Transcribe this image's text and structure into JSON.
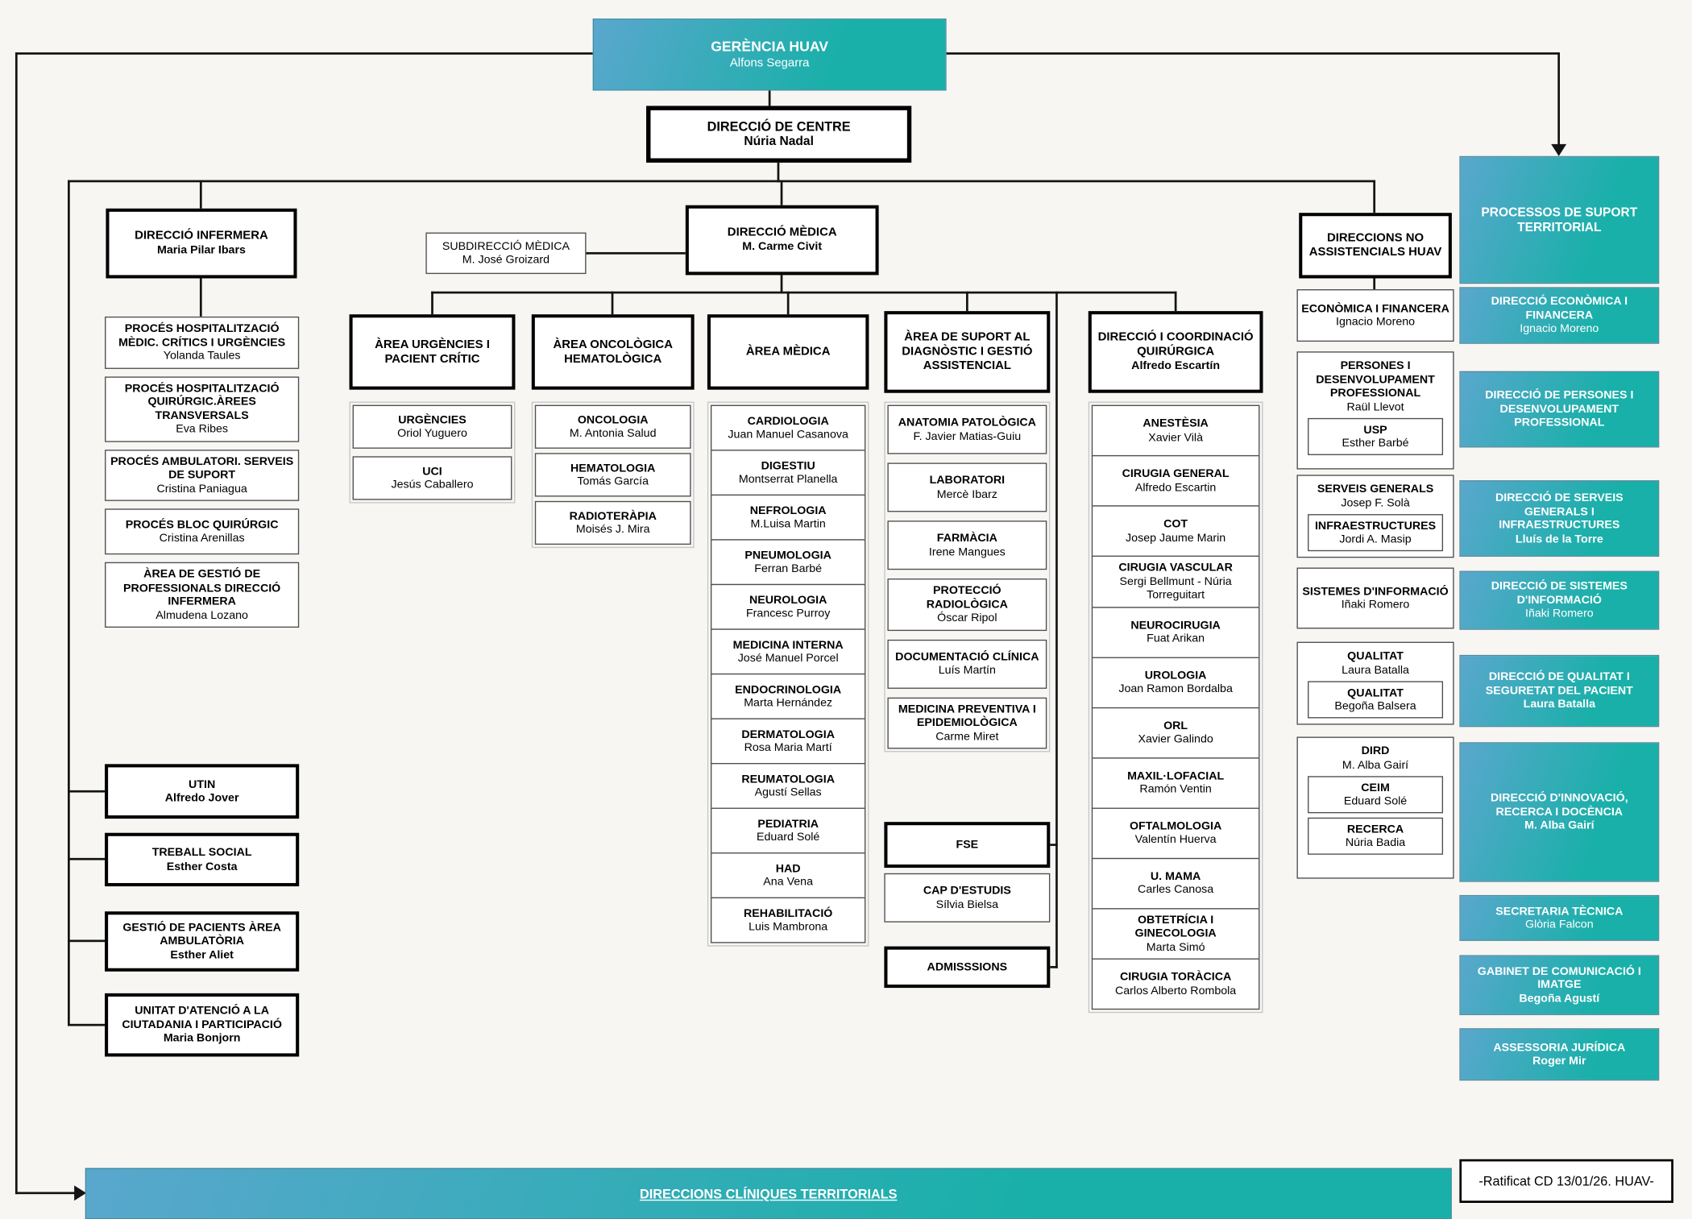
{
  "colors": {
    "teal_from": "#5AA7CD",
    "teal_to": "#18B0A8",
    "line": "#141414",
    "page_bg": "#F7F6F3"
  },
  "root": {
    "title": "GERÈNCIA HUAV",
    "name": "Alfons Segarra"
  },
  "centre": {
    "title": "DIRECCIÓ DE CENTRE",
    "name": "Núria Nadal"
  },
  "infermera": {
    "title": "DIRECCIÓ INFERMERA",
    "name": "Maria Pilar Ibars",
    "processes": [
      {
        "title": "PROCÉS HOSPITALITZACIÓ MÈDIC. CRÍTICS I URGÈNCIES",
        "name": "Yolanda Taules"
      },
      {
        "title": "PROCÉS HOSPITALITZACIÓ QUIRÚRGIC.ÀREES TRANSVERSALS",
        "name": "Eva Ribes"
      },
      {
        "title": "PROCÉS AMBULATORI. SERVEIS DE SUPORT",
        "name": "Cristina Paniagua"
      },
      {
        "title": "PROCÉS BLOC QUIRÚRGIC",
        "name": "Cristina Arenillas"
      },
      {
        "title": "ÀREA DE GESTIÓ DE PROFESSIONALS DIRECCIÓ INFERMERA",
        "name": "Almudena Lozano"
      }
    ],
    "units": [
      {
        "title": "UTIN",
        "name": "Alfredo Jover"
      },
      {
        "title": "TREBALL SOCIAL",
        "name": "Esther Costa"
      },
      {
        "title": "GESTIÓ DE PACIENTS ÀREA AMBULATÒRIA",
        "name": "Esther Aliet"
      },
      {
        "title": "UNITAT D'ATENCIÓ A LA CIUTADANIA I PARTICIPACIÓ",
        "name": "Maria Bonjorn"
      }
    ]
  },
  "subdireccio": {
    "title": "SUBDIRECCIÓ MÈDICA",
    "name": "M. José Groizard"
  },
  "medica": {
    "title": "DIRECCIÓ MÈDICA",
    "name": "M. Carme Civit"
  },
  "columns": {
    "urgencies": {
      "header": "ÀREA URGÈNCIES I PACIENT CRÍTIC",
      "items": [
        {
          "title": "URGÈNCIES",
          "name": "Oriol Yuguero"
        },
        {
          "title": "UCI",
          "name": "Jesús Caballero"
        }
      ]
    },
    "oncologica": {
      "header": "ÀREA ONCOLÒGICA HEMATOLÒGICA",
      "items": [
        {
          "title": "ONCOLOGIA",
          "name": "M. Antonia Salud"
        },
        {
          "title": "HEMATOLOGIA",
          "name": "Tomás García"
        },
        {
          "title": "RADIOTERÀPIA",
          "name": "Moisés J. Mira"
        }
      ]
    },
    "area_medica": {
      "header": "ÀREA MÈDICA",
      "items": [
        {
          "title": "CARDIOLOGIA",
          "name": "Juan Manuel Casanova"
        },
        {
          "title": "DIGESTIU",
          "name": "Montserrat Planella"
        },
        {
          "title": "NEFROLOGIA",
          "name": "M.Luisa Martin"
        },
        {
          "title": "PNEUMOLOGIA",
          "name": "Ferran Barbé"
        },
        {
          "title": "NEUROLOGIA",
          "name": "Francesc Purroy"
        },
        {
          "title": "MEDICINA INTERNA",
          "name": "José Manuel Porcel"
        },
        {
          "title": "ENDOCRINOLOGIA",
          "name": "Marta Hernández"
        },
        {
          "title": "DERMATOLOGIA",
          "name": "Rosa Maria Martí"
        },
        {
          "title": "REUMATOLOGIA",
          "name": "Agustí Sellas"
        },
        {
          "title": "PEDIATRIA",
          "name": "Eduard Solé"
        },
        {
          "title": "HAD",
          "name": "Ana Vena"
        },
        {
          "title": "REHABILITACIÓ",
          "name": "Luis Mambrona"
        }
      ]
    },
    "suport": {
      "header": "ÀREA DE SUPORT AL DIAGNÒSTIC I GESTIÓ ASSISTENCIAL",
      "items": [
        {
          "title": "ANATOMIA PATOLÒGICA",
          "name": "F. Javier Matias-Guiu"
        },
        {
          "title": "LABORATORI",
          "name": "Mercè Ibarz"
        },
        {
          "title": "FARMÀCIA",
          "name": "Irene Mangues"
        },
        {
          "title": "PROTECCIÓ RADIOLÒGICA",
          "name": "Óscar Ripol"
        },
        {
          "title": "DOCUMENTACIÓ CLÍNICA",
          "name": "Luís Martín"
        },
        {
          "title": "MEDICINA PREVENTIVA I EPIDEMIOLÒGICA",
          "name": "Carme Miret"
        }
      ],
      "fse": "FSE",
      "cap_estudis": {
        "title": "CAP D'ESTUDIS",
        "name": "Sílvia Bielsa"
      },
      "admissions": "ADMISSSIONS"
    },
    "quirurgica": {
      "header": "DIRECCIÓ I COORDINACIÓ QUIRÚRGICA",
      "head_name": "Alfredo Escartín",
      "items": [
        {
          "title": "ANESTÈSIA",
          "name": "Xavier Vilà"
        },
        {
          "title": "CIRUGIA GENERAL",
          "name": "Alfredo Escartin"
        },
        {
          "title": "COT",
          "name": "Josep Jaume Marin"
        },
        {
          "title": "CIRUGIA VASCULAR",
          "name": "Sergi Bellmunt - Núria Torreguitart"
        },
        {
          "title": "NEUROCIRUGIA",
          "name": "Fuat Arikan"
        },
        {
          "title": "UROLOGIA",
          "name": "Joan Ramon Bordalba"
        },
        {
          "title": "ORL",
          "name": "Xavier Galindo"
        },
        {
          "title": "MAXIL·LOFACIAL",
          "name": "Ramón Ventin"
        },
        {
          "title": "OFTALMOLOGIA",
          "name": "Valentín Huerva"
        },
        {
          "title": "U. MAMA",
          "name": "Carles Canosa"
        },
        {
          "title": "OBTETRÍCIA I GINECOLOGIA",
          "name": "Marta Simó"
        },
        {
          "title": "CIRUGIA TORÀCICA",
          "name": "Carlos Alberto Rombola"
        }
      ]
    }
  },
  "no_assistencials": {
    "header": "DIRECCIONS NO ASSISTENCIALS HUAV",
    "economica": {
      "title": "ECONÒMICA I FINANCERA",
      "name": "Ignacio Moreno"
    },
    "persones": {
      "title": "PERSONES I DESENVOLUPAMENT PROFESSIONAL",
      "name": "Raül Llevot",
      "usp": {
        "title": "USP",
        "name": "Esther Barbé"
      }
    },
    "serveis": {
      "title": "SERVEIS GENERALS",
      "name": "Josep F. Solà",
      "infraestructures": {
        "title": "INFRAESTRUCTURES",
        "name": "Jordi A. Masip"
      }
    },
    "sistemes": {
      "title": "SISTEMES D'INFORMACIÓ",
      "name": "Iñaki Romero"
    },
    "qualitat": {
      "title": "QUALITAT",
      "name": "Laura Batalla",
      "sub": {
        "title": "QUALITAT",
        "name": "Begoña Balsera"
      }
    },
    "dird": {
      "title": "DIRD",
      "name": "M. Alba Gairí",
      "ceim": {
        "title": "CEIM",
        "name": "Eduard Solé"
      },
      "recerca": {
        "title": "RECERCA",
        "name": "Núria Badia"
      }
    }
  },
  "territorial": {
    "header": "PROCESSOS DE SUPORT TERRITORIAL",
    "boxes": [
      {
        "title": "DIRECCIÓ ECONÒMICA I FINANCERA",
        "name": "Ignacio Moreno"
      },
      {
        "title": "DIRECCIÓ DE PERSONES I DESENVOLUPAMENT PROFESSIONAL"
      },
      {
        "title": "DIRECCIÓ DE SERVEIS GENERALS I INFRAESTRUCTURES",
        "name": "Lluís de la Torre"
      },
      {
        "title": "DIRECCIÓ DE SISTEMES D'INFORMACIÓ",
        "name": "Iñaki Romero"
      },
      {
        "title": "DIRECCIÓ DE QUALITAT I SEGURETAT DEL PACIENT",
        "name": "Laura Batalla"
      },
      {
        "title": "DIRECCIÓ D'INNOVACIÓ, RECERCA I DOCÈNCIA",
        "name": "M. Alba Gairí"
      },
      {
        "title": "SECRETARIA TÈCNICA",
        "name": "Glòria Falcon"
      },
      {
        "title": "GABINET DE COMUNICACIÓ I IMATGE",
        "name": "Begoña Agustí"
      },
      {
        "title": "ASSESSORIA JURÍDICA",
        "name": "Roger Mir"
      }
    ]
  },
  "footer": {
    "bar_label": "DIRECCIONS CLÍNIQUES TERRITORIALS",
    "ratified": "-Ratificat CD 13/01/26. HUAV-"
  }
}
